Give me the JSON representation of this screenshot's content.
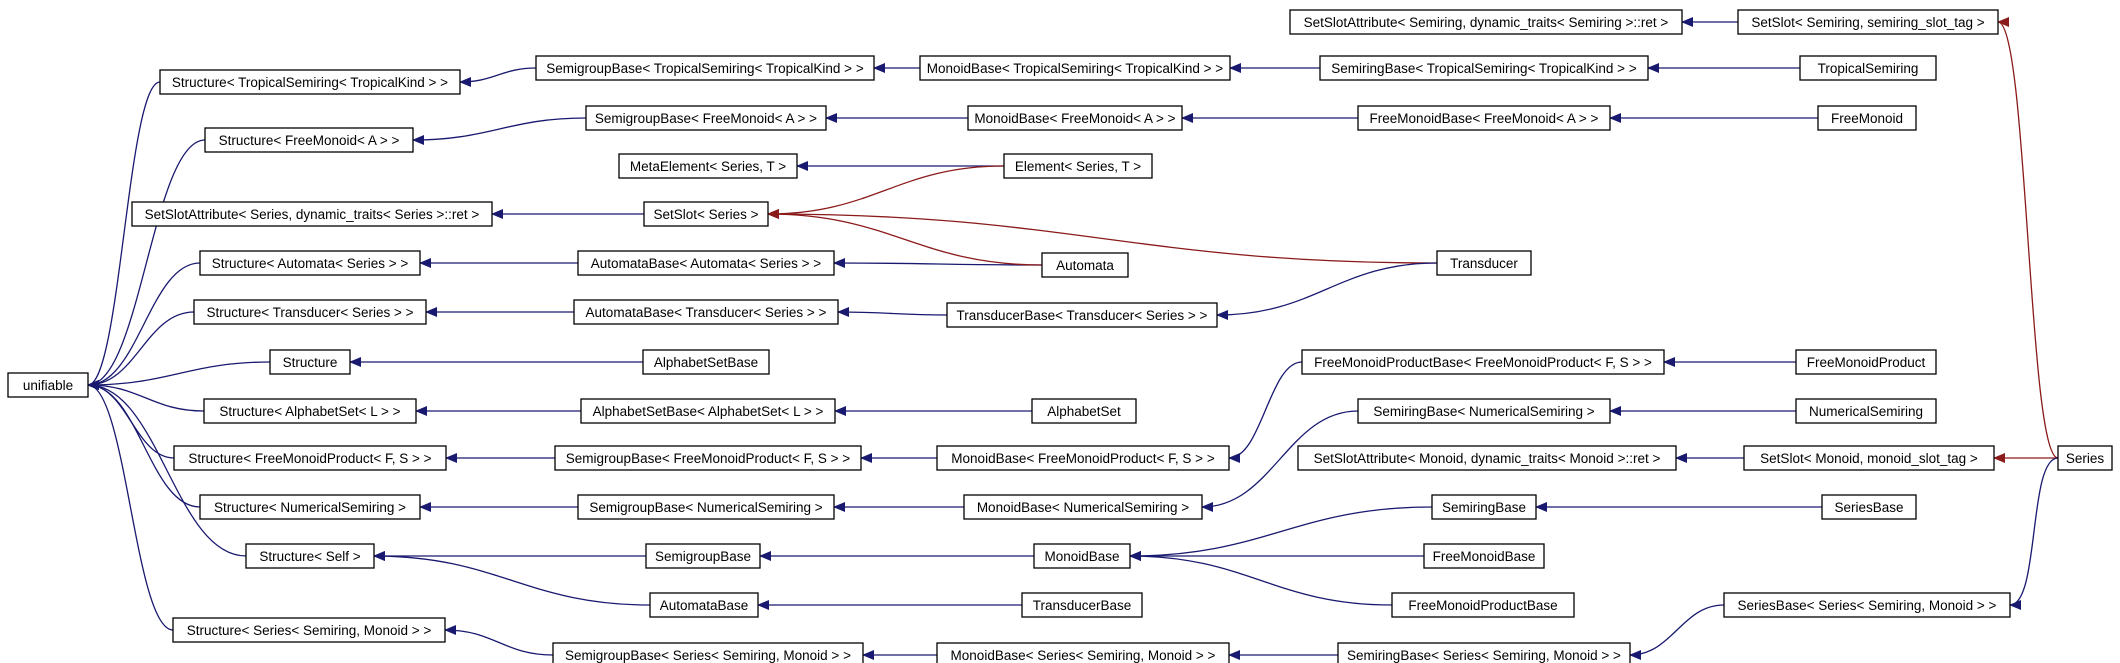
{
  "colors": {
    "background": "#ffffff",
    "node_border": "#000000",
    "node_text": "#000000",
    "inheritance_edge": "#191970",
    "template_edge": "#8b1a1a"
  },
  "nodes": [
    {
      "id": "unifiable",
      "label": "unifiable"
    },
    {
      "id": "st_tropical",
      "label": "Structure< TropicalSemiring< TropicalKind > >"
    },
    {
      "id": "st_freemonoid",
      "label": "Structure< FreeMonoid< A > >"
    },
    {
      "id": "ssa_series",
      "label": "SetSlotAttribute< Series, dynamic_traits< Series >::ret >"
    },
    {
      "id": "st_automata",
      "label": "Structure< Automata< Series > >"
    },
    {
      "id": "st_transducer",
      "label": "Structure< Transducer< Series > >"
    },
    {
      "id": "structure",
      "label": "Structure"
    },
    {
      "id": "st_alphabetset",
      "label": "Structure< AlphabetSet< L > >"
    },
    {
      "id": "st_fmp",
      "label": "Structure< FreeMonoidProduct< F, S > >"
    },
    {
      "id": "st_numerical",
      "label": "Structure< NumericalSemiring >"
    },
    {
      "id": "st_self",
      "label": "Structure< Self >"
    },
    {
      "id": "st_series",
      "label": "Structure< Series< Semiring, Monoid > >"
    },
    {
      "id": "sgb_tropical",
      "label": "SemigroupBase< TropicalSemiring< TropicalKind > >"
    },
    {
      "id": "sgb_freemonoid",
      "label": "SemigroupBase< FreeMonoid< A > >"
    },
    {
      "id": "metaelement",
      "label": "MetaElement< Series, T >"
    },
    {
      "id": "setslot_series",
      "label": "SetSlot< Series >"
    },
    {
      "id": "ab_automata",
      "label": "AutomataBase< Automata< Series > >"
    },
    {
      "id": "ab_transducer",
      "label": "AutomataBase< Transducer< Series > >"
    },
    {
      "id": "alphabetsetbase",
      "label": "AlphabetSetBase"
    },
    {
      "id": "asb_alphabetset",
      "label": "AlphabetSetBase< AlphabetSet< L > >"
    },
    {
      "id": "sgb_fmp",
      "label": "SemigroupBase< FreeMonoidProduct< F, S > >"
    },
    {
      "id": "sgb_numerical",
      "label": "SemigroupBase< NumericalSemiring >"
    },
    {
      "id": "semigroupbase",
      "label": "SemigroupBase"
    },
    {
      "id": "automatabase",
      "label": "AutomataBase"
    },
    {
      "id": "sgb_series",
      "label": "SemigroupBase< Series< Semiring, Monoid > >"
    },
    {
      "id": "mb_tropical",
      "label": "MonoidBase< TropicalSemiring< TropicalKind > >"
    },
    {
      "id": "mb_freemonoid",
      "label": "MonoidBase< FreeMonoid< A > >"
    },
    {
      "id": "element_series",
      "label": "Element< Series, T >"
    },
    {
      "id": "automata",
      "label": "Automata"
    },
    {
      "id": "tb_transducer",
      "label": "TransducerBase< Transducer< Series > >"
    },
    {
      "id": "alphabetset",
      "label": "AlphabetSet"
    },
    {
      "id": "mb_fmp",
      "label": "MonoidBase< FreeMonoidProduct< F, S > >"
    },
    {
      "id": "mb_numerical",
      "label": "MonoidBase< NumericalSemiring >"
    },
    {
      "id": "monoidbase",
      "label": "MonoidBase"
    },
    {
      "id": "transducerbase",
      "label": "TransducerBase"
    },
    {
      "id": "mb_series",
      "label": "MonoidBase< Series< Semiring, Monoid > >"
    },
    {
      "id": "ssa_semiring",
      "label": "SetSlotAttribute< Semiring, dynamic_traits< Semiring >::ret >"
    },
    {
      "id": "srb_tropical",
      "label": "SemiringBase< TropicalSemiring< TropicalKind > >"
    },
    {
      "id": "fmb_freemonoid",
      "label": "FreeMonoidBase< FreeMonoid< A > >"
    },
    {
      "id": "transducer",
      "label": "Transducer"
    },
    {
      "id": "fmpb_fmp",
      "label": "FreeMonoidProductBase< FreeMonoidProduct< F, S > >"
    },
    {
      "id": "srb_numerical",
      "label": "SemiringBase< NumericalSemiring >"
    },
    {
      "id": "ssa_monoid",
      "label": "SetSlotAttribute< Monoid, dynamic_traits< Monoid >::ret >"
    },
    {
      "id": "semiringbase",
      "label": "SemiringBase"
    },
    {
      "id": "freemonoidbase",
      "label": "FreeMonoidBase"
    },
    {
      "id": "freemonoidproductbase",
      "label": "FreeMonoidProductBase"
    },
    {
      "id": "srb_series",
      "label": "SemiringBase< Series< Semiring, Monoid > >"
    },
    {
      "id": "setslot_semiring",
      "label": "SetSlot< Semiring, semiring_slot_tag >"
    },
    {
      "id": "tropicalsemiring",
      "label": "TropicalSemiring"
    },
    {
      "id": "freemonoid",
      "label": "FreeMonoid"
    },
    {
      "id": "freemonoidproduct",
      "label": "FreeMonoidProduct"
    },
    {
      "id": "numericalsemiring",
      "label": "NumericalSemiring"
    },
    {
      "id": "setslot_monoid",
      "label": "SetSlot< Monoid, monoid_slot_tag >"
    },
    {
      "id": "seriesbase",
      "label": "SeriesBase"
    },
    {
      "id": "seriesbase_series",
      "label": "SeriesBase< Series< Semiring, Monoid > >"
    },
    {
      "id": "series",
      "label": "Series"
    }
  ],
  "edges": [
    {
      "from": "st_tropical",
      "to": "unifiable",
      "kind": "inheritance"
    },
    {
      "from": "st_freemonoid",
      "to": "unifiable",
      "kind": "inheritance"
    },
    {
      "from": "st_automata",
      "to": "unifiable",
      "kind": "inheritance"
    },
    {
      "from": "st_transducer",
      "to": "unifiable",
      "kind": "inheritance"
    },
    {
      "from": "structure",
      "to": "unifiable",
      "kind": "inheritance"
    },
    {
      "from": "st_alphabetset",
      "to": "unifiable",
      "kind": "inheritance"
    },
    {
      "from": "st_fmp",
      "to": "unifiable",
      "kind": "inheritance"
    },
    {
      "from": "st_numerical",
      "to": "unifiable",
      "kind": "inheritance"
    },
    {
      "from": "st_self",
      "to": "unifiable",
      "kind": "inheritance"
    },
    {
      "from": "st_series",
      "to": "unifiable",
      "kind": "inheritance"
    },
    {
      "from": "sgb_tropical",
      "to": "st_tropical",
      "kind": "inheritance"
    },
    {
      "from": "sgb_freemonoid",
      "to": "st_freemonoid",
      "kind": "inheritance"
    },
    {
      "from": "setslot_series",
      "to": "ssa_series",
      "kind": "inheritance"
    },
    {
      "from": "ab_automata",
      "to": "st_automata",
      "kind": "inheritance"
    },
    {
      "from": "ab_transducer",
      "to": "st_transducer",
      "kind": "inheritance"
    },
    {
      "from": "alphabetsetbase",
      "to": "structure",
      "kind": "inheritance"
    },
    {
      "from": "asb_alphabetset",
      "to": "st_alphabetset",
      "kind": "inheritance"
    },
    {
      "from": "sgb_fmp",
      "to": "st_fmp",
      "kind": "inheritance"
    },
    {
      "from": "sgb_numerical",
      "to": "st_numerical",
      "kind": "inheritance"
    },
    {
      "from": "semigroupbase",
      "to": "st_self",
      "kind": "inheritance"
    },
    {
      "from": "automatabase",
      "to": "st_self",
      "kind": "inheritance"
    },
    {
      "from": "sgb_series",
      "to": "st_series",
      "kind": "inheritance"
    },
    {
      "from": "mb_tropical",
      "to": "sgb_tropical",
      "kind": "inheritance"
    },
    {
      "from": "mb_freemonoid",
      "to": "sgb_freemonoid",
      "kind": "inheritance"
    },
    {
      "from": "element_series",
      "to": "metaelement",
      "kind": "inheritance"
    },
    {
      "from": "element_series",
      "to": "setslot_series",
      "kind": "template"
    },
    {
      "from": "automata",
      "to": "ab_automata",
      "kind": "inheritance"
    },
    {
      "from": "automata",
      "to": "setslot_series",
      "kind": "template"
    },
    {
      "from": "transducer",
      "to": "setslot_series",
      "kind": "template"
    },
    {
      "from": "tb_transducer",
      "to": "ab_transducer",
      "kind": "inheritance"
    },
    {
      "from": "alphabetset",
      "to": "asb_alphabetset",
      "kind": "inheritance"
    },
    {
      "from": "mb_fmp",
      "to": "sgb_fmp",
      "kind": "inheritance"
    },
    {
      "from": "mb_numerical",
      "to": "sgb_numerical",
      "kind": "inheritance"
    },
    {
      "from": "monoidbase",
      "to": "semigroupbase",
      "kind": "inheritance"
    },
    {
      "from": "transducerbase",
      "to": "automatabase",
      "kind": "inheritance"
    },
    {
      "from": "mb_series",
      "to": "sgb_series",
      "kind": "inheritance"
    },
    {
      "from": "srb_tropical",
      "to": "mb_tropical",
      "kind": "inheritance"
    },
    {
      "from": "fmb_freemonoid",
      "to": "mb_freemonoid",
      "kind": "inheritance"
    },
    {
      "from": "transducer",
      "to": "tb_transducer",
      "kind": "inheritance"
    },
    {
      "from": "fmpb_fmp",
      "to": "mb_fmp",
      "kind": "inheritance"
    },
    {
      "from": "srb_numerical",
      "to": "mb_numerical",
      "kind": "inheritance"
    },
    {
      "from": "semiringbase",
      "to": "monoidbase",
      "kind": "inheritance"
    },
    {
      "from": "freemonoidbase",
      "to": "monoidbase",
      "kind": "inheritance"
    },
    {
      "from": "freemonoidproductbase",
      "to": "monoidbase",
      "kind": "inheritance"
    },
    {
      "from": "srb_series",
      "to": "mb_series",
      "kind": "inheritance"
    },
    {
      "from": "setslot_semiring",
      "to": "ssa_semiring",
      "kind": "inheritance"
    },
    {
      "from": "tropicalsemiring",
      "to": "srb_tropical",
      "kind": "inheritance"
    },
    {
      "from": "freemonoid",
      "to": "fmb_freemonoid",
      "kind": "inheritance"
    },
    {
      "from": "freemonoidproduct",
      "to": "fmpb_fmp",
      "kind": "inheritance"
    },
    {
      "from": "numericalsemiring",
      "to": "srb_numerical",
      "kind": "inheritance"
    },
    {
      "from": "setslot_monoid",
      "to": "ssa_monoid",
      "kind": "inheritance"
    },
    {
      "from": "seriesbase",
      "to": "semiringbase",
      "kind": "inheritance"
    },
    {
      "from": "seriesbase_series",
      "to": "srb_series",
      "kind": "inheritance"
    },
    {
      "from": "series",
      "to": "setslot_semiring",
      "kind": "template"
    },
    {
      "from": "series",
      "to": "setslot_monoid",
      "kind": "template"
    },
    {
      "from": "series",
      "to": "seriesbase_series",
      "kind": "inheritance"
    }
  ]
}
